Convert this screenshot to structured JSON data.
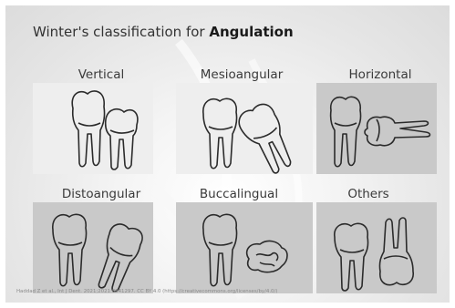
{
  "slide": {
    "title_prefix": "Winter's classification for ",
    "title_bold": "Angulation",
    "citation": "Haddad Z et al., Int J Dent. 2021;2021:8841297. CC BY 4.0 (https://creativecommons.org/licenses/by/4.0/)"
  },
  "classes": [
    {
      "label": "Vertical",
      "icon": "vertical-molar-illustration"
    },
    {
      "label": "Mesioangular",
      "icon": "mesioangular-molar-illustration"
    },
    {
      "label": "Horizontal",
      "icon": "horizontal-molar-illustration"
    },
    {
      "label": "Distoangular",
      "icon": "distoangular-molar-illustration"
    },
    {
      "label": "Buccalingual",
      "icon": "buccalingual-molar-illustration"
    },
    {
      "label": "Others",
      "icon": "others-molar-illustration"
    }
  ],
  "colors": {
    "panel_plain": "#eeeeee",
    "panel_gray": "#c9c9c9",
    "ink": "#2b2b2b"
  }
}
